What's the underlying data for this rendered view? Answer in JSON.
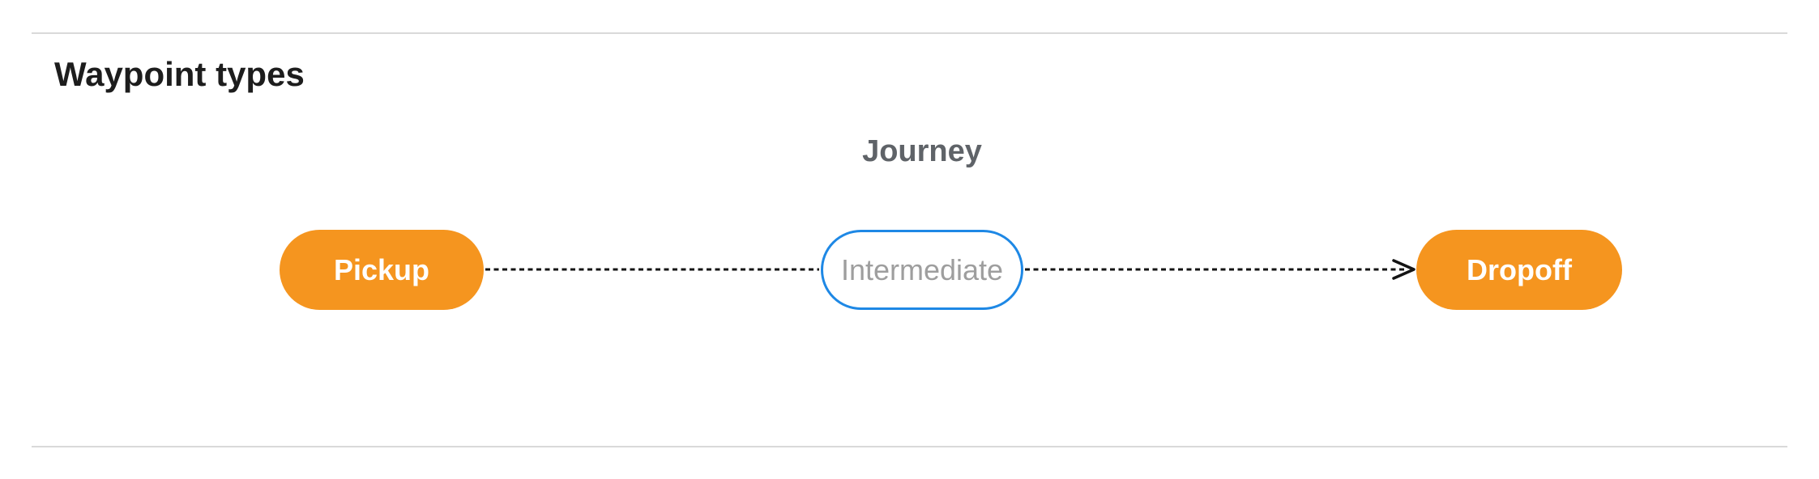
{
  "section": {
    "title": "Waypoint types"
  },
  "diagram": {
    "group_label": "Journey",
    "nodes": [
      {
        "id": "pickup",
        "label": "Pickup",
        "type": "terminal"
      },
      {
        "id": "intermediate",
        "label": "Intermediate",
        "type": "intermediate"
      },
      {
        "id": "dropoff",
        "label": "Dropoff",
        "type": "terminal"
      }
    ],
    "edges": [
      {
        "from": "pickup",
        "to": "intermediate",
        "style": "dashed",
        "arrowhead": false
      },
      {
        "from": "intermediate",
        "to": "dropoff",
        "style": "dashed",
        "arrowhead": true
      }
    ]
  },
  "colors": {
    "terminal_fill": "#f5951f",
    "terminal_text": "#ffffff",
    "intermediate_border": "#1e88e5",
    "intermediate_text": "#9e9e9e",
    "edge_color": "#141414",
    "heading_text": "#1d1d1d",
    "group_label_text": "#5f6368",
    "divider": "#d9d9d9"
  }
}
